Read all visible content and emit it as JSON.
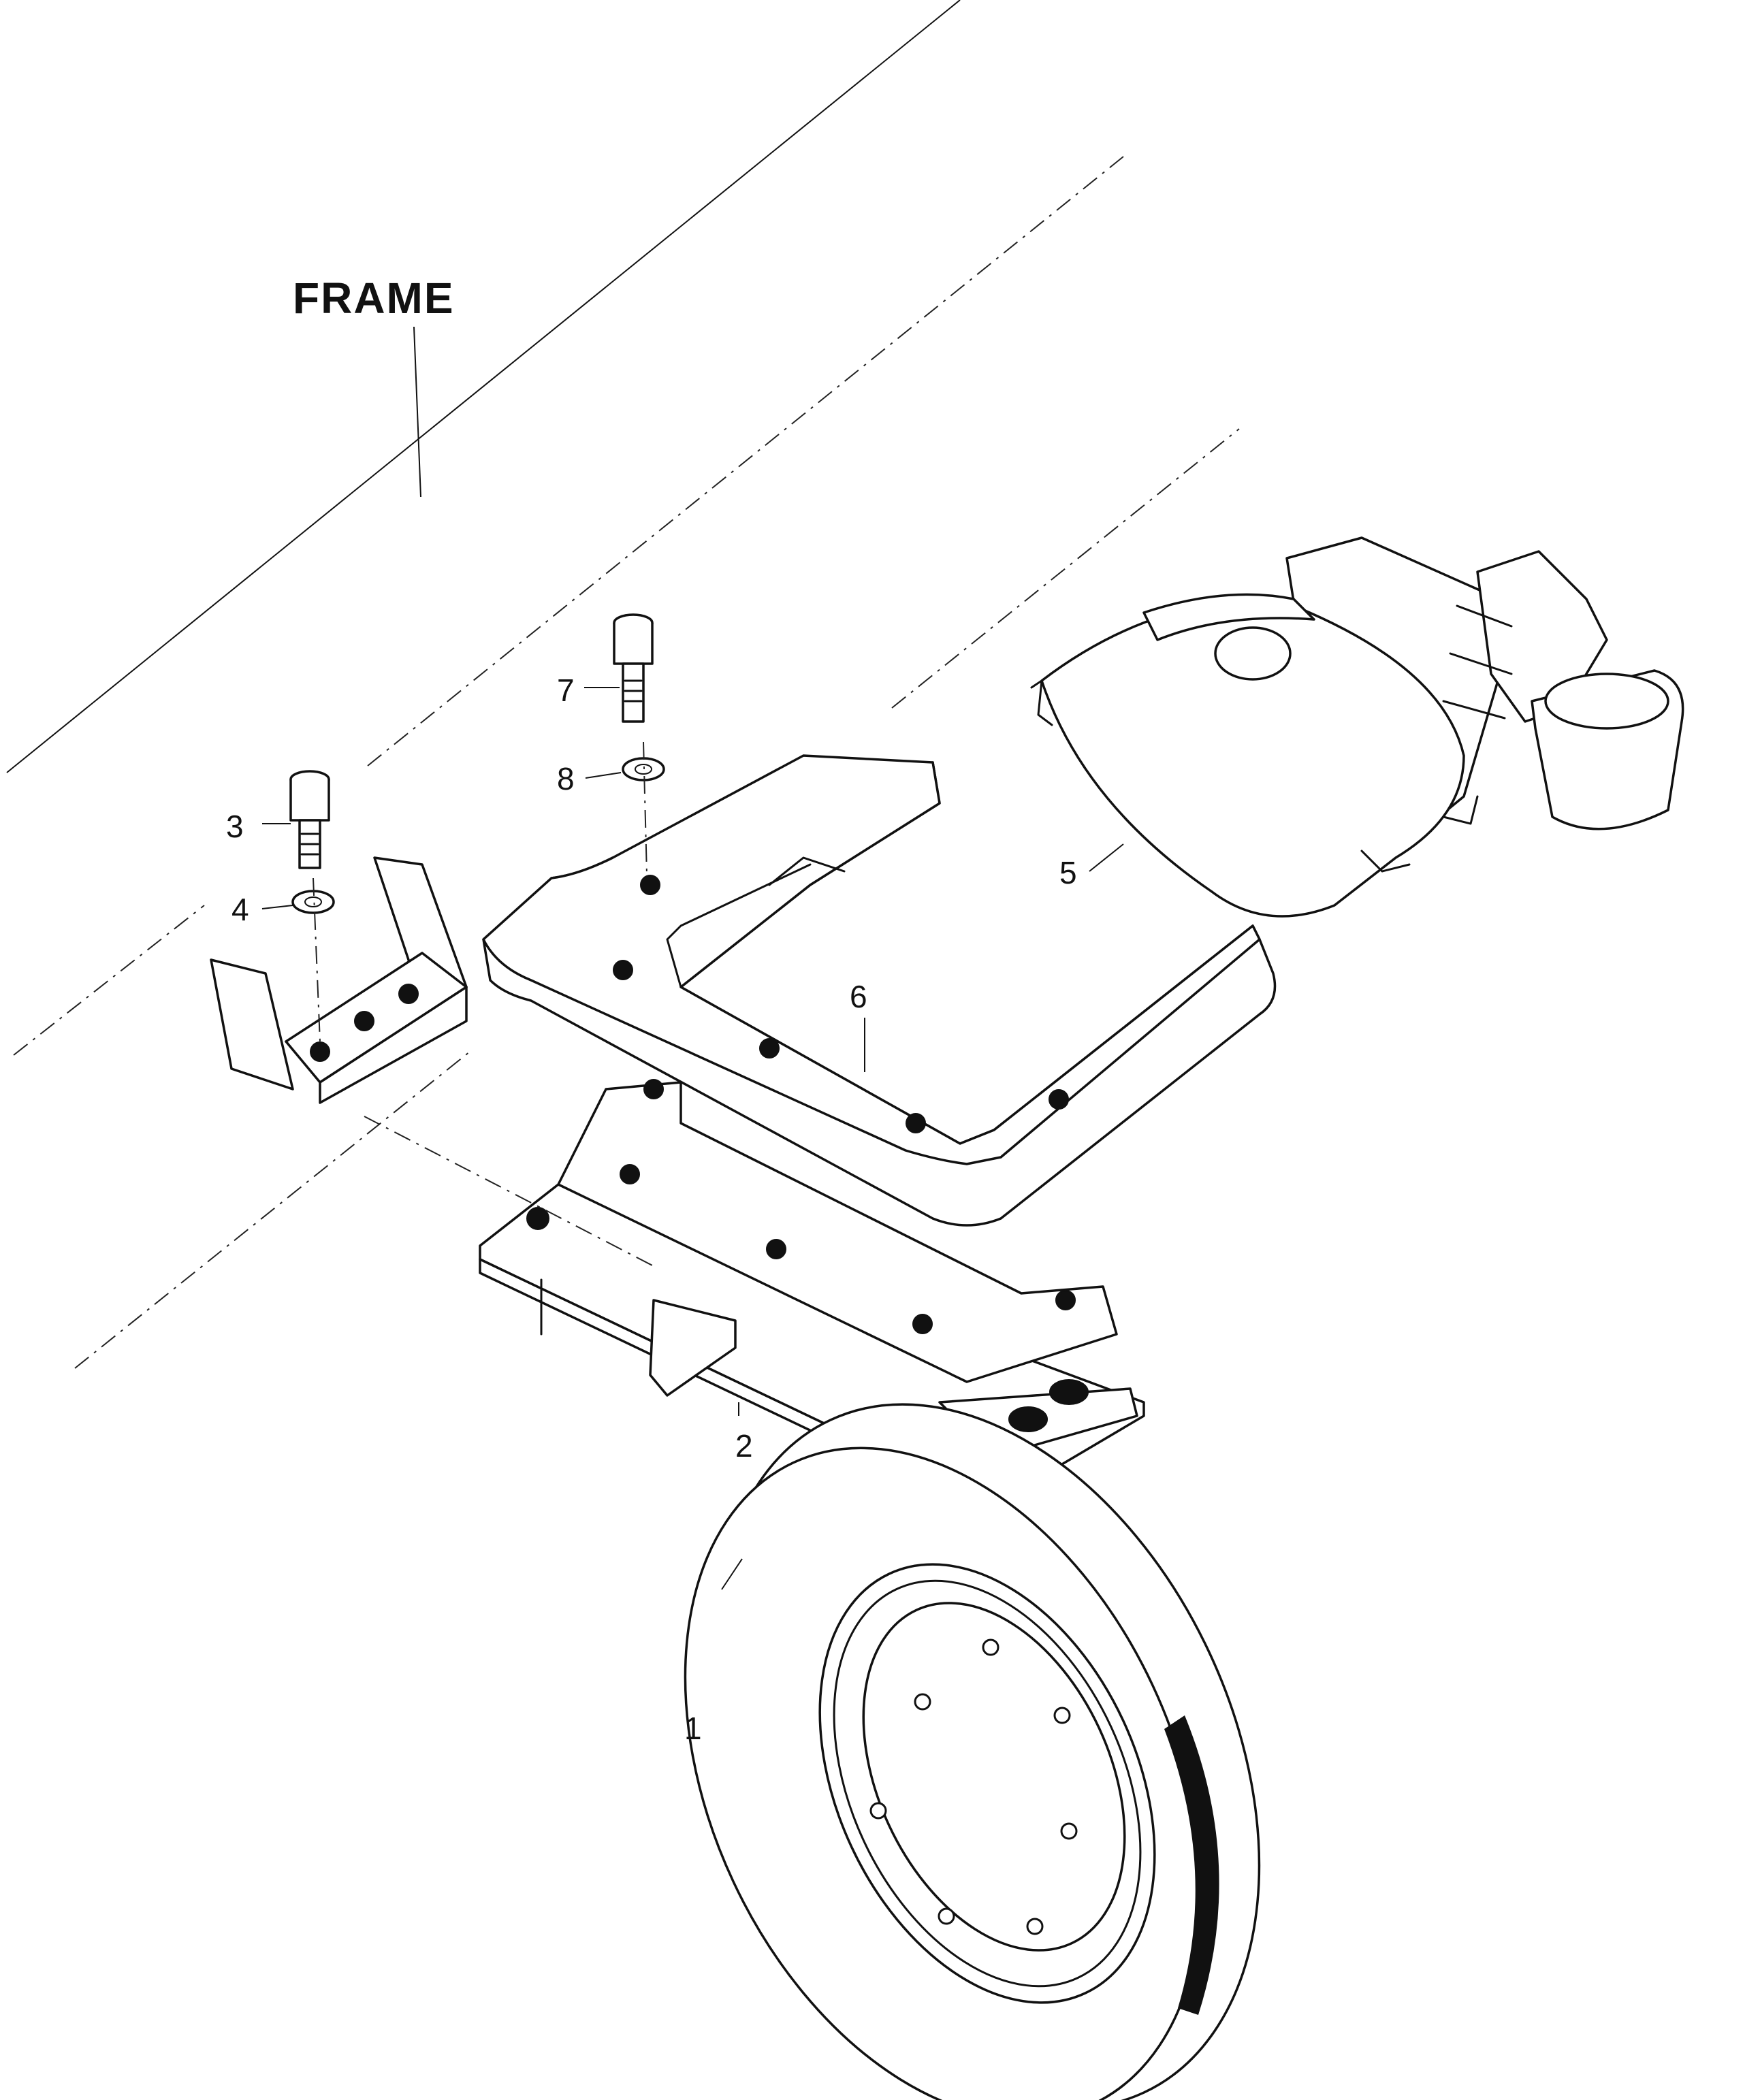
{
  "frame_label": "FRAME",
  "callouts": {
    "p1": "1",
    "p2": "2",
    "p3": "3",
    "p4": "4",
    "p5": "5",
    "p6": "6",
    "p7": "7",
    "p8": "8"
  }
}
